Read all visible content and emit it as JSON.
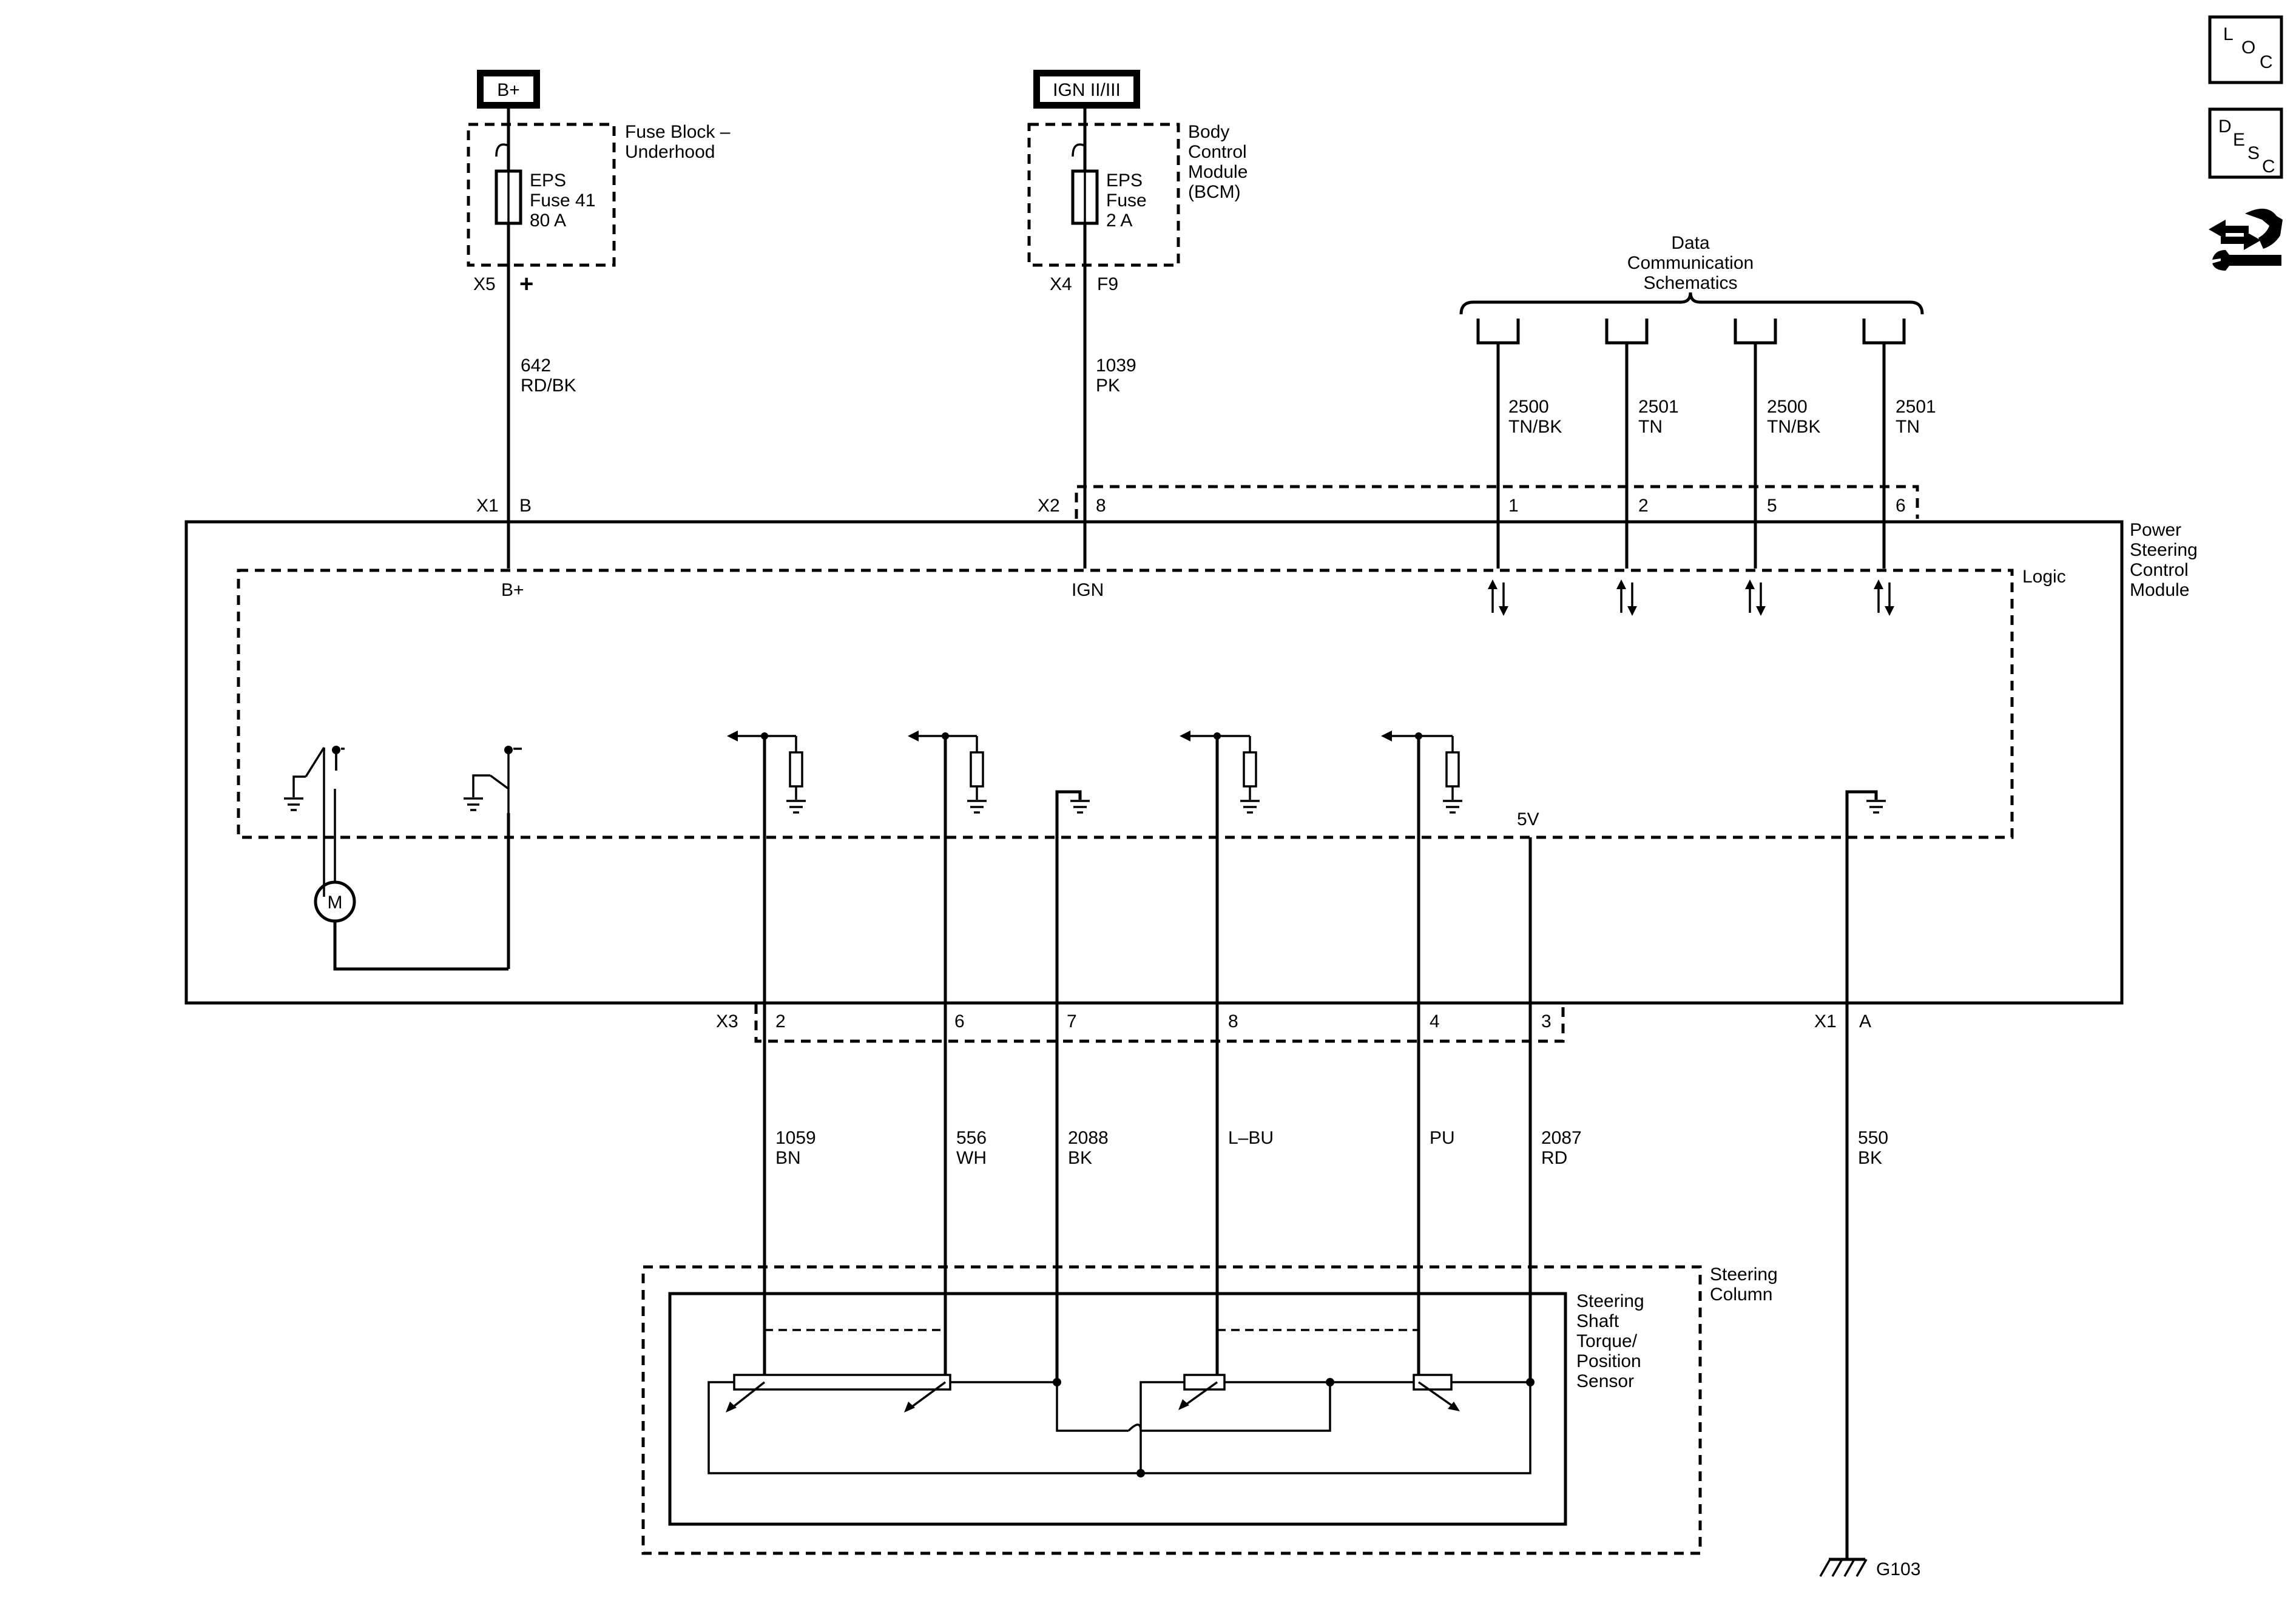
{
  "sources": {
    "bplus": "B+",
    "ign": "IGN II/III"
  },
  "fuse_block": {
    "title_1": "Fuse Block –",
    "title_2": "Underhood",
    "fuse_1": "EPS",
    "fuse_2": "Fuse 41",
    "fuse_3": "80 A",
    "connector": "X5",
    "pin": "+"
  },
  "bcm": {
    "title_1": "Body",
    "title_2": "Control",
    "title_3": "Module",
    "title_4": "(BCM)",
    "fuse_1": "EPS",
    "fuse_2": "Fuse",
    "fuse_3": "2 A",
    "connector": "X4",
    "pin": "F9"
  },
  "dcs": {
    "line_1": "Data",
    "line_2": "Communication",
    "line_3": "Schematics"
  },
  "top_wires": [
    {
      "circuit": "642",
      "color": "RD/BK"
    },
    {
      "circuit": "1039",
      "color": "PK"
    },
    {
      "circuit": "2500",
      "color": "TN/BK"
    },
    {
      "circuit": "2501",
      "color": "TN"
    },
    {
      "circuit": "2500",
      "color": "TN/BK"
    },
    {
      "circuit": "2501",
      "color": "TN"
    }
  ],
  "pscm": {
    "title_1": "Power",
    "title_2": "Steering",
    "title_3": "Control",
    "title_4": "Module",
    "logic": "Logic",
    "x1_top": "X1",
    "x1_top_pin": "B",
    "x2": "X2",
    "x2_pins": [
      "8",
      "1",
      "2",
      "5",
      "6"
    ],
    "bplus_label": "B+",
    "ign_label": "IGN",
    "motor": "M",
    "v5": "5V",
    "x3": "X3",
    "x3_pins": [
      "2",
      "6",
      "7",
      "8",
      "4",
      "3"
    ],
    "x1_bottom": "X1",
    "x1_bottom_pin": "A"
  },
  "bottom_wires": [
    {
      "circuit": "1059",
      "color": "BN"
    },
    {
      "circuit": "556",
      "color": "WH"
    },
    {
      "circuit": "2088",
      "color": "BK"
    },
    {
      "circuit": "",
      "color": "L–BU"
    },
    {
      "circuit": "",
      "color": "PU"
    },
    {
      "circuit": "2087",
      "color": "RD"
    },
    {
      "circuit": "550",
      "color": "BK"
    }
  ],
  "steering_column": {
    "title_1": "Steering",
    "title_2": "Column",
    "sensor_1": "Steering",
    "sensor_2": "Shaft",
    "sensor_3": "Torque/",
    "sensor_4": "Position",
    "sensor_5": "Sensor"
  },
  "ground": "G103",
  "side_icons": {
    "loc": [
      "L",
      "O",
      "C"
    ],
    "desc": [
      "D",
      "E",
      "S",
      "C"
    ]
  }
}
